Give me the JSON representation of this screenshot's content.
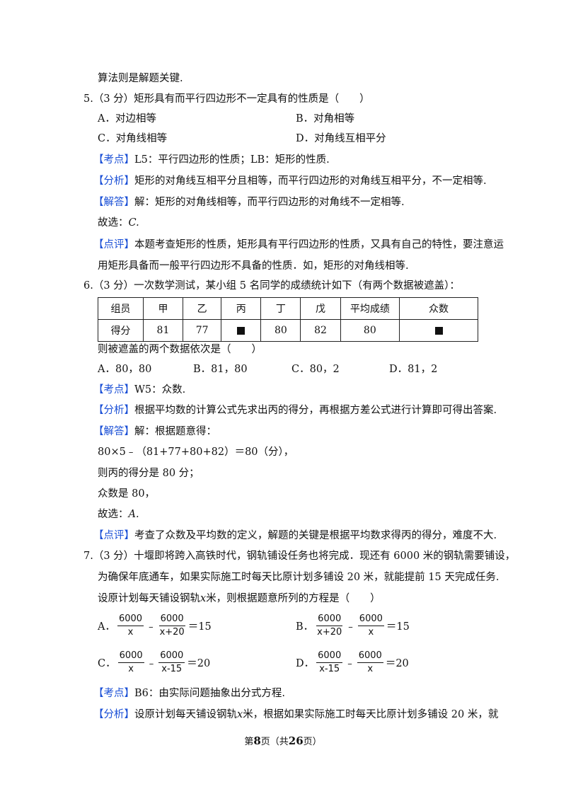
{
  "top_text": "算法则是解题关键.",
  "q5": {
    "num": "5.",
    "stem": "（3 分）矩形具有而平行四边形不一定具有的性质是（　　）",
    "options": [
      "A．对边相等",
      "B．对角相等",
      "C．对角线相等",
      "D．对角线互相平分"
    ],
    "kaodian_label": "【考点】",
    "kaodian": "L5：平行四边形的性质；LB：矩形的性质.",
    "fenxi_label": "【分析】",
    "fenxi": "矩形的对角线互相平分且相等，而平行四边形的对角线互相平分，不一定相等.",
    "jieda_label": "【解答】",
    "jieda": "解：矩形的对角线相等，而平行四边形的对角线不一定相等.",
    "answer_prefix": "故选：",
    "answer": "C.",
    "dianping_label": "【点评】",
    "dianping_1": "本题考查矩形的性质，矩形具有平行四边形的性质，又具有自己的特性，要注意运",
    "dianping_2": "用矩形具备而一般平行四边形不具备的性质．如，矩形的对角线相等."
  },
  "q6": {
    "num": "6.",
    "stem": "（3 分）一次数学测试，某小组 5 名同学的成绩统计如下（有两个数据被遮盖）：",
    "table": {
      "header": [
        "组员",
        "甲",
        "乙",
        "丙",
        "丁",
        "戊",
        "平均成绩",
        "众数"
      ],
      "row": [
        "得分",
        "81",
        "77",
        "",
        "80",
        "82",
        "80",
        ""
      ]
    },
    "question": "则被遮盖的两个数据依次是（　　）",
    "options": [
      "A．80，80",
      "B．81，80",
      "C．80，2",
      "D．81，2"
    ],
    "kaodian_label": "【考点】",
    "kaodian": "W5：众数.",
    "fenxi_label": "【分析】",
    "fenxi": "根据平均数的计算公式先求出丙的得分，再根据方差公式进行计算即可得出答案.",
    "jieda_label": "【解答】",
    "jieda": "解：根据题意得：",
    "calc": "80×5﹣（81+77+80+82）＝80（分），",
    "line_bing": "则丙的得分是 80 分；",
    "line_zhongshu": "众数是 80，",
    "answer_prefix": "故选：",
    "answer": "A.",
    "dianping_label": "【点评】",
    "dianping": "考查了众数及平均数的定义，解题的关键是根据平均数求得丙的得分，难度不大."
  },
  "q7": {
    "num": "7.",
    "stem_1": "（3 分）十堰即将跨入高铁时代，钢轨铺设任务也将完成．现还有 6000 米的钢轨需要铺设，",
    "stem_2": "为确保年底通车，如果实际施工时每天比原计划多铺设 20 米，就能提前 15 天完成任务.",
    "stem_3a": "设原计划每天铺设钢轨",
    "stem_var": "x",
    "stem_3b": "米，则根据题意所列的方程是（　　）",
    "options": [
      {
        "letter": "A．",
        "n1": "6000",
        "d1": "x",
        "n2": "6000",
        "d2": "x+20",
        "rhs": "＝15"
      },
      {
        "letter": "B．",
        "n1": "6000",
        "d1": "x+20",
        "n2": "6000",
        "d2": "x",
        "rhs": "＝15"
      },
      {
        "letter": "C．",
        "n1": "6000",
        "d1": "x",
        "n2": "6000",
        "d2": "x-15",
        "rhs": "＝20"
      },
      {
        "letter": "D．",
        "n1": "6000",
        "d1": "x-15",
        "n2": "6000",
        "d2": "x",
        "rhs": "＝20"
      }
    ],
    "minus": "﹣",
    "kaodian_label": "【考点】",
    "kaodian": "B6：由实际问题抽象出分式方程.",
    "fenxi_label": "【分析】",
    "fenxi_a": "设原计划每天铺设钢轨",
    "fenxi_var": "x",
    "fenxi_b": "米，根据如果实际施工时每天比原计划多铺设 20 米，就"
  },
  "footer": {
    "prefix": "第",
    "page": "8",
    "mid": "页（共",
    "total": "26",
    "suffix": "页）"
  }
}
